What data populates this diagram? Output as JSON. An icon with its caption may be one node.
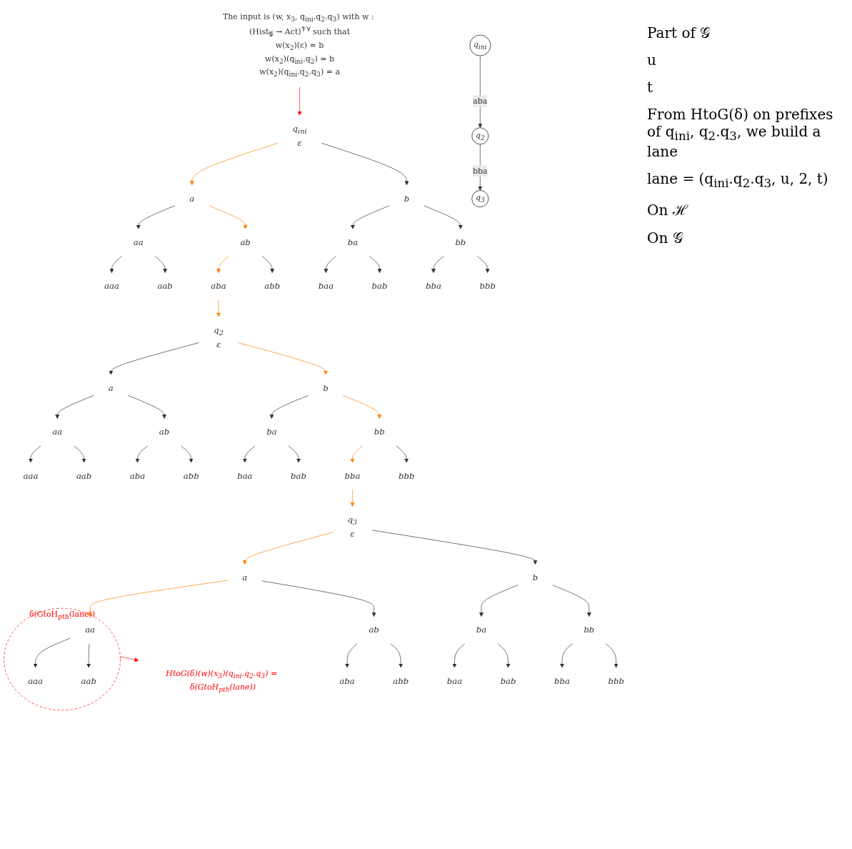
{
  "diagram": {
    "nodes": [
      {
        "text": [
          "ε"
        ],
        "beside": [
          "q$_{ini}$"
        ]
      },
      {
        "text": [
          "a"
        ]
      },
      {
        "text": [
          "b"
        ]
      },
      {
        "text": [
          "aa"
        ]
      },
      {
        "text": [
          "ab"
        ]
      },
      {
        "text": [
          "ba"
        ]
      },
      {
        "text": [
          "bb"
        ]
      },
      {
        "text": [
          "aaa"
        ]
      },
      {
        "text": [
          "aab"
        ]
      },
      {
        "text": [
          "aba"
        ]
      },
      {
        "text": [
          "abb"
        ]
      },
      {
        "text": [
          "baa"
        ]
      },
      {
        "text": [
          "bab"
        ]
      },
      {
        "text": [
          "bba"
        ]
      },
      {
        "text": [
          "bbb"
        ]
      },
      {
        "text": [
          "ε"
        ],
        "beside": [
          "q$_{2}$"
        ]
      },
      {
        "text": [
          "a"
        ]
      },
      {
        "text": [
          "b"
        ]
      },
      {
        "text": [
          "aa"
        ]
      },
      {
        "text": [
          "ab"
        ]
      },
      {
        "text": [
          "ba"
        ]
      },
      {
        "text": [
          "bb"
        ]
      },
      {
        "text": [
          "aaa"
        ]
      },
      {
        "text": [
          "aab"
        ]
      },
      {
        "text": [
          "aba"
        ]
      },
      {
        "text": [
          "abb"
        ]
      },
      {
        "text": [
          "baa"
        ]
      },
      {
        "text": [
          "bab"
        ]
      },
      {
        "text": [
          "bba"
        ]
      },
      {
        "text": [
          "bbb"
        ]
      },
      {
        "text": [],
        "shape": "circle",
        "beside": [
          "δ(GtoH$_{pth}$(lane))"
        ]
      },
      {
        "text": [
          "ε"
        ],
        "beside": [
          "q$_{3}$"
        ]
      },
      {
        "text": [
          "a"
        ]
      },
      {
        "text": [
          "b"
        ]
      },
      {
        "text": [
          "aa"
        ],
        "in": 30
      },
      {
        "text": [
          "ab"
        ]
      },
      {
        "text": [
          "ba"
        ]
      },
      {
        "text": [
          "bb"
        ]
      },
      {
        "text": [
          "aaa"
        ],
        "in": 30
      },
      {
        "text": [
          "aab"
        ],
        "in": 30
      },
      {
        "text": [
          "aba"
        ]
      },
      {
        "text": [
          "abb"
        ]
      },
      {
        "text": [
          "baa"
        ]
      },
      {
        "text": [
          "bab"
        ]
      },
      {
        "text": [
          "bba"
        ]
      },
      {
        "text": [
          "bbb"
        ]
      },
      {
        "text": [
          "q$_{ini}$"
        ]
      },
      {
        "text": [
          "q$_{2}$"
        ]
      },
      {
        "text": [
          "q$_{3}$"
        ]
      },
      {
        "text": [
          "The input is (w, x$_{3}$, q$_{ini}$.q$_{2}$.q$_{3}$) with w : (Hist$_{𝒢}$ → Act)$^{𝒱∀}$ such that",
          "w(x$_{2}$)(ε) = b",
          "w(x$_{2}$)(q$_{ini}$.q$_{2}$) = b",
          "w(x$_{2}$)(q$_{ini}$.q$_{2}$.q$_{3}$) = a"
        ]
      },
      {
        "text": [
          "HtoG(δ)(w)(x$_{3}$)(q$_{ini}$.q$_{2}$.q$_{3}$) = δ(GtoH$_{pth}$(lane))"
        ]
      }
    ],
    "edges": [
      {
        "from": 0,
        "to": 1,
        "arrow": "to",
        "color": "#ff8000"
      },
      {
        "from": 0,
        "to": 2,
        "arrow": "to"
      },
      {
        "from": 1,
        "to": 3,
        "arrow": "to"
      },
      {
        "from": 1,
        "to": 4,
        "arrow": "to",
        "color": "#ff8000"
      },
      {
        "from": 2,
        "to": 5,
        "arrow": "to"
      },
      {
        "from": 2,
        "to": 6,
        "arrow": "to"
      },
      {
        "from": 3,
        "to": 7,
        "arrow": "to"
      },
      {
        "from": 3,
        "to": 8,
        "arrow": "to"
      },
      {
        "from": 4,
        "to": 9,
        "arrow": "to",
        "color": "#ff8000"
      },
      {
        "from": 4,
        "to": 10,
        "arrow": "to"
      },
      {
        "from": 5,
        "to": 11,
        "arrow": "to"
      },
      {
        "from": 5,
        "to": 12,
        "arrow": "to"
      },
      {
        "from": 6,
        "to": 13,
        "arrow": "to"
      },
      {
        "from": 6,
        "to": 14,
        "arrow": "to"
      },
      {
        "from": 9,
        "to": 15,
        "arrow": "to",
        "color": "#ff8000"
      },
      {
        "from": 15,
        "to": 16,
        "arrow": "to"
      },
      {
        "from": 15,
        "to": 17,
        "arrow": "to",
        "color": "#ff8000"
      },
      {
        "from": 16,
        "to": 18,
        "arrow": "to"
      },
      {
        "from": 16,
        "to": 19,
        "arrow": "to"
      },
      {
        "from": 17,
        "to": 20,
        "arrow": "to"
      },
      {
        "from": 17,
        "to": 21,
        "arrow": "to",
        "color": "#ff8000"
      },
      {
        "from": 18,
        "to": 22,
        "arrow": "to"
      },
      {
        "from": 18,
        "to": 23,
        "arrow": "to"
      },
      {
        "from": 19,
        "to": 24,
        "arrow": "to"
      },
      {
        "from": 19,
        "to": 25,
        "arrow": "to"
      },
      {
        "from": 20,
        "to": 26,
        "arrow": "to"
      },
      {
        "from": 20,
        "to": 27,
        "arrow": "to"
      },
      {
        "from": 21,
        "to": 28,
        "arrow": "to",
        "color": "#ff8000"
      },
      {
        "from": 21,
        "to": 29,
        "arrow": "to"
      },
      {
        "from": 28,
        "to": 31,
        "arrow": "to",
        "color": "#ff8000"
      },
      {
        "from": 31,
        "to": 32,
        "arrow": "to",
        "color": "#ff8000"
      },
      {
        "from": 31,
        "to": 33,
        "arrow": "to"
      },
      {
        "from": 32,
        "to": 34,
        "arrow": "to",
        "color": "#ff8000"
      },
      {
        "from": 32,
        "to": 35,
        "arrow": "to"
      },
      {
        "from": 33,
        "to": 36,
        "arrow": "to"
      },
      {
        "from": 33,
        "to": 37,
        "arrow": "to"
      },
      {
        "from": 34,
        "to": 38,
        "arrow": "to"
      },
      {
        "from": 34,
        "to": 39,
        "arrow": "to"
      },
      {
        "from": 35,
        "to": 40,
        "arrow": "to"
      },
      {
        "from": 35,
        "to": 41,
        "arrow": "to"
      },
      {
        "from": 36,
        "to": 42,
        "arrow": "to"
      },
      {
        "from": 36,
        "to": 43,
        "arrow": "to"
      },
      {
        "from": 37,
        "to": 44,
        "arrow": "to"
      },
      {
        "from": 37,
        "to": 45,
        "arrow": "to"
      },
      {
        "from": 46,
        "to": 47,
        "label": "aba",
        "arrow": "to"
      },
      {
        "from": 47,
        "to": 48,
        "label": "bba",
        "arrow": "to"
      },
      {
        "from": 49,
        "to": 0,
        "arrow": "to",
        "color": "#ff0000"
      },
      {
        "from": 30,
        "to": 50,
        "arrow": "to",
        "color": "#ff0000"
      }
    ],
    "labels": [
      "Part of 𝒢",
      "u",
      "t",
      "From HtoG(δ) on prefixes of q$_{ini}$, q$_{2}$.q$_{3}$, we build a lane",
      "lane = (q$_{ini}$.q$_{2}$.q$_{3}$, u, 2, t)",
      "On ℋ",
      "On 𝒢"
    ]
  }
}
